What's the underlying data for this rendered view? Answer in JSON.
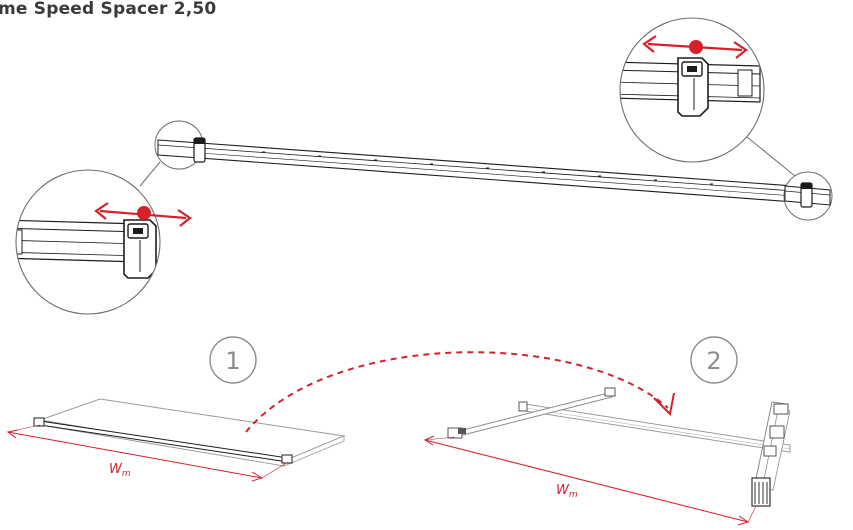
{
  "title": "me Speed Spacer 2,50",
  "steps": {
    "step1": "1",
    "step2": "2"
  },
  "dimensions": {
    "width1": "W",
    "width1_sub": "m",
    "width2": "W",
    "width2_sub": "m"
  },
  "colors": {
    "accent": "#d6202a",
    "line": "#1c1c1c",
    "faint": "#9a9a9a",
    "circle": "#6e6e6e"
  }
}
